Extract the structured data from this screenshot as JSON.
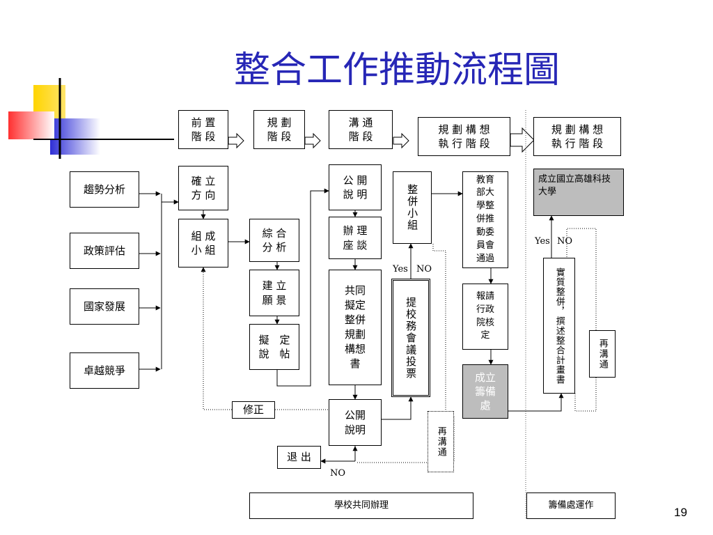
{
  "title": "整合工作推動流程圖",
  "page_number": "19",
  "stages": [
    "前 置\n階 段",
    "規 劃\n階 段",
    "溝 通\n階 段",
    "規 劃 構 想\n執 行 階 段",
    "規 劃 構 想\n執 行 階 段"
  ],
  "inputs": [
    "趨勢分析",
    "政策評估",
    "國家發展",
    "卓越競爭"
  ],
  "nodes": {
    "direction": "確 立\n方 向",
    "team": "組 成\n小 組",
    "analysis": "綜 合\n分 析",
    "vision": "建 立\n願 景",
    "draft": "擬　定\n說　帖",
    "briefing1": "公 開\n說 明",
    "forum": "辦 理\n座 談",
    "plan": "共同\n擬定\n整併\n規劃\n構想\n書",
    "merge_group": "整併小組",
    "council": "提校務會議投票",
    "briefing2": "公開\n說明",
    "withdraw": "退 出",
    "revise": "修正",
    "moe": "教育\n部大\n學整\n併推\n動委\n員會\n通過",
    "executive": "報請\n行政\n院核\n定",
    "prep_office": "成立\n籌備\n處",
    "university": "成立國立高雄科技大學",
    "integration": "實質整併，撰述整合計畫書",
    "recommunicate1": "再溝通",
    "recommunicate2": "再溝通"
  },
  "labels": {
    "yes1": "Yes",
    "no1": "NO",
    "yes2": "Yes",
    "no2": "NO",
    "no3": "NO"
  },
  "footer": {
    "school": "學校共同辦理",
    "office": "籌備處運作"
  },
  "colors": {
    "title": "#2727b6",
    "deco_yellow": "#ffd400",
    "deco_blue": "#2e2ed6",
    "deco_red": "#ff3030",
    "gray_box": "#bdbdbd"
  }
}
